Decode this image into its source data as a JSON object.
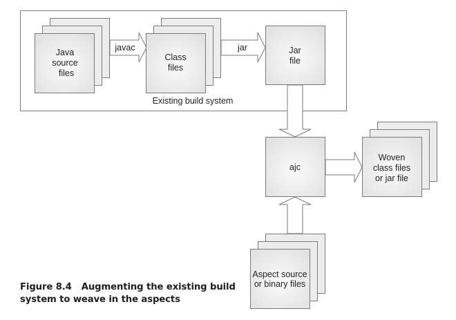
{
  "diagram": {
    "container": {
      "label": "Existing build system"
    },
    "nodes": {
      "java_source": {
        "lines": [
          "Java",
          "source",
          "files"
        ],
        "stacked": true
      },
      "class_files": {
        "lines": [
          "Class",
          "files"
        ],
        "stacked": true
      },
      "jar_file": {
        "lines": [
          "Jar",
          "file"
        ],
        "stacked": false
      },
      "ajc": {
        "lines": [
          "ajc"
        ],
        "stacked": false
      },
      "woven": {
        "lines": [
          "Woven",
          "class files",
          "or jar file"
        ],
        "stacked": true
      },
      "aspect_source": {
        "lines": [
          "Aspect source",
          "or binary files"
        ],
        "stacked": true
      }
    },
    "edges": [
      {
        "from": "java_source",
        "to": "class_files",
        "label": "javac"
      },
      {
        "from": "class_files",
        "to": "jar_file",
        "label": "jar"
      },
      {
        "from": "jar_file",
        "to": "ajc",
        "label": ""
      },
      {
        "from": "ajc",
        "to": "woven",
        "label": ""
      },
      {
        "from": "aspect_source",
        "to": "ajc",
        "label": ""
      }
    ],
    "colors": {
      "stroke": "#7a7a7a",
      "fill_edge": "#e4e4e4",
      "fill_center": "#f8f8f8",
      "text": "#222222"
    }
  },
  "caption": {
    "number": "Figure 8.4",
    "text_line1": "Augmenting the existing build",
    "text_line2": "system to weave in the aspects"
  }
}
